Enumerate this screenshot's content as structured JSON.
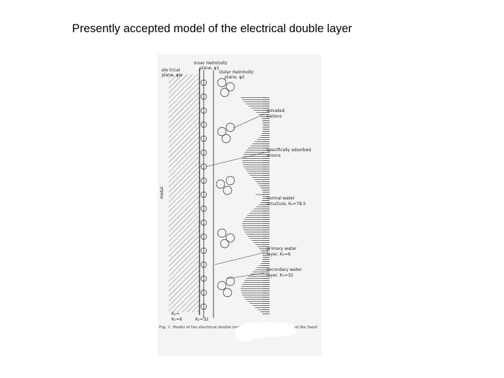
{
  "slide": {
    "title": "Presently accepted model of the electrical double layer"
  },
  "figure": {
    "labels": {
      "electrical_plane_l1": "ele  trical",
      "electrical_plane_l2": "plane, φw",
      "inner_helmholtz_l1": "Inner Helmholtz",
      "inner_helmholtz_l2": "plane, φ1",
      "outer_helmholtz_l1": "Outer Helmholtz",
      "outer_helmholtz_l2": "plane, φ2",
      "solvated_l1": "solvated",
      "solvated_l2": "cations",
      "adsorbed_l1": "specifically adsorbed",
      "adsorbed_l2": "anions",
      "normal_water_l1": "normal water",
      "normal_water_l2": "structure, K₀=78.5",
      "primary_water_l1": "primary water",
      "primary_water_l2": "layer, K₀=6",
      "secondary_water_l1": "secondary water",
      "secondary_water_l2": "layer, K₀=32",
      "metal": "metal",
      "k_bottom_1": "K₀=",
      "k_bottom_2": "K₀=6",
      "k_bottom_3": "K₀=32",
      "caption": "Fig. 1. Model of the electrical double layer",
      "caption_right": "of the Sand"
    },
    "colors": {
      "paper": "#f4f4f4",
      "ink": "#222222",
      "hatch": "#555555",
      "redaction": "#ffffff"
    }
  }
}
